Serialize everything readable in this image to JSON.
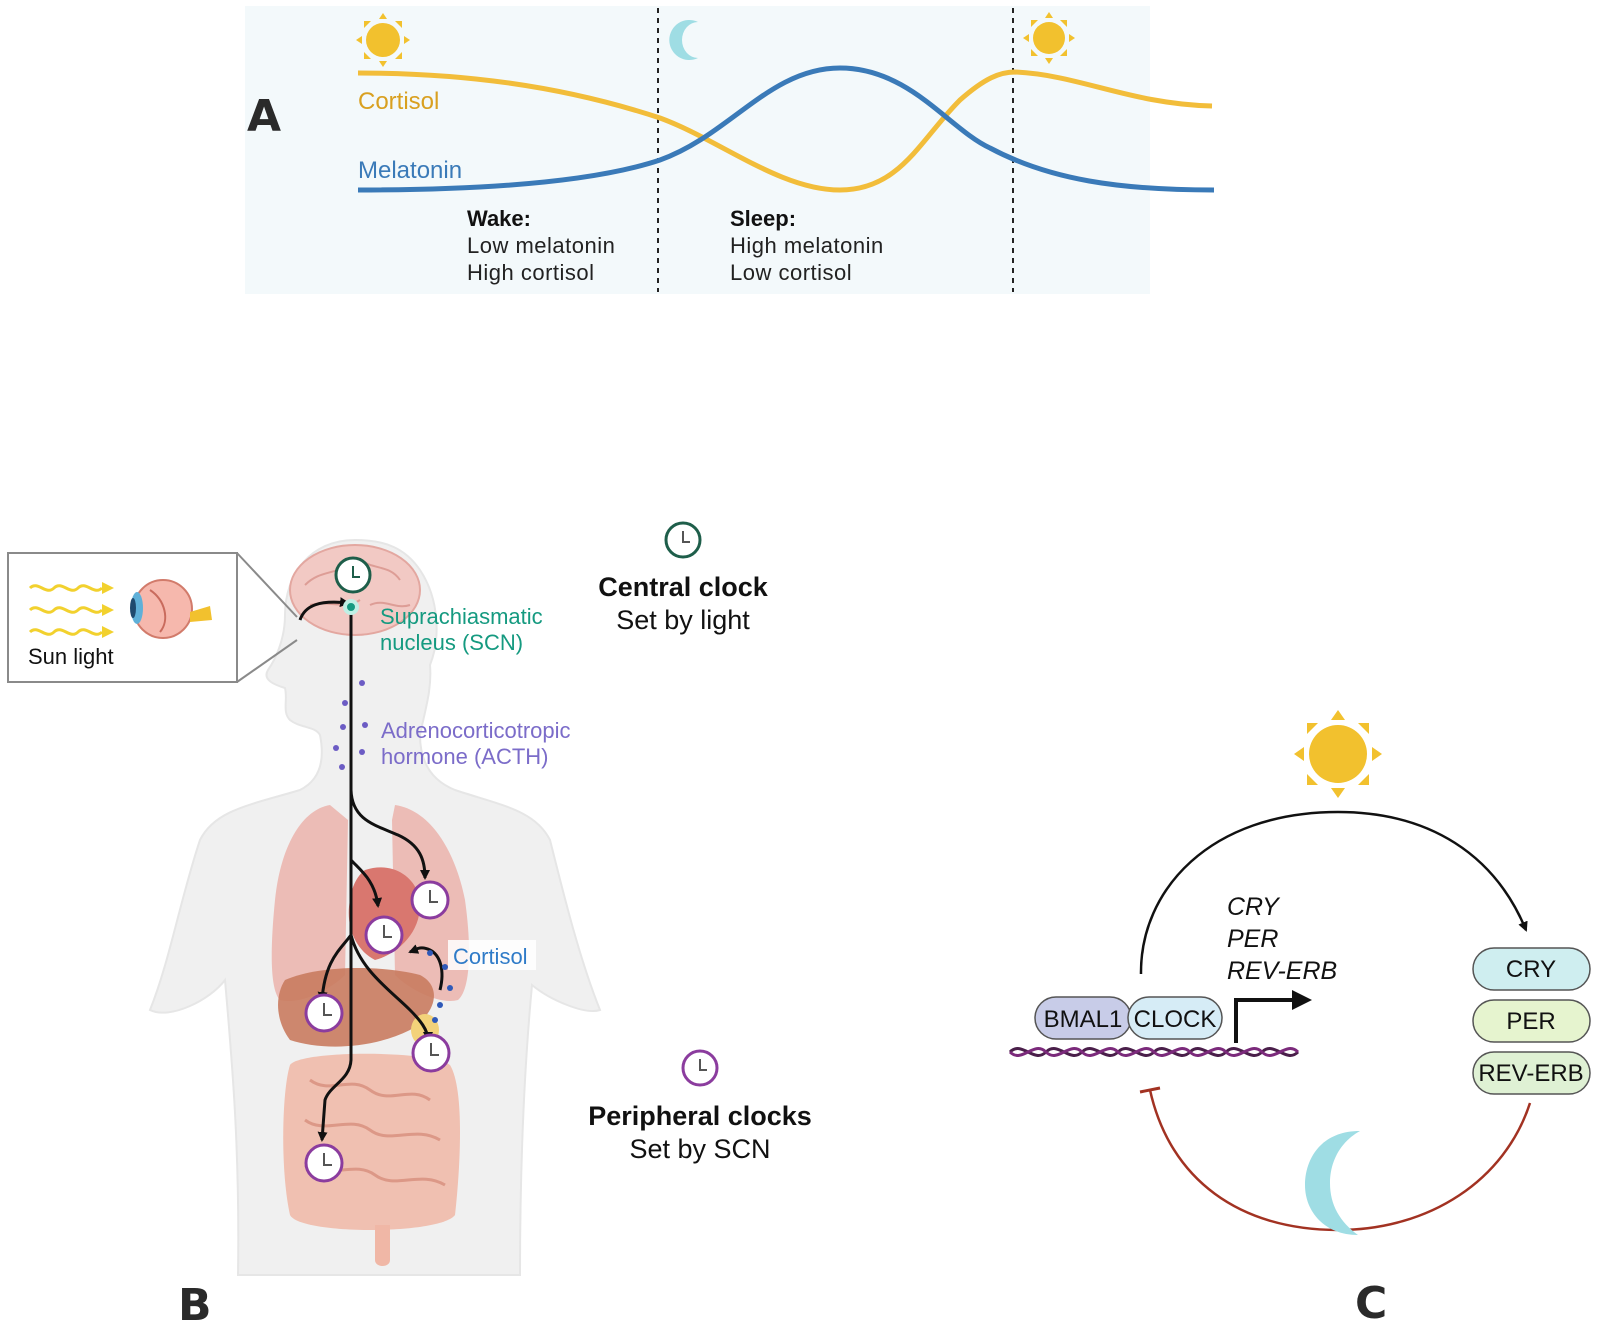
{
  "panel_a": {
    "letter": "A",
    "cortisol_label": "Cortisol",
    "melatonin_label": "Melatonin",
    "wake_title": "Wake:",
    "wake_line1": "Low melatonin",
    "wake_line2": "High cortisol",
    "sleep_title": "Sleep:",
    "sleep_line1": "High melatonin",
    "sleep_line2": "Low cortisol",
    "colors": {
      "cortisol": "#f2bd3a",
      "melatonin": "#3a7ab8",
      "sun": "#f2c12e",
      "moon": "#9fdde4",
      "background": "#f3f9fb"
    }
  },
  "panel_b": {
    "letter": "B",
    "sun_light_label": "Sun light",
    "scn_line1": "Suprachiasmatic",
    "scn_line2": "nucleus (SCN)",
    "acth_line1": "Adrenocorticotropic",
    "acth_line2": "hormone (ACTH)",
    "cortisol_label": "Cortisol",
    "central_clock_title": "Central clock",
    "central_clock_sub": "Set by light",
    "peripheral_title": "Peripheral clocks",
    "peripheral_sub": "Set by SCN",
    "colors": {
      "scn": "#159a80",
      "acth": "#7b6cc9",
      "cortisol": "#2f7bc8",
      "central_clock": "#1e5e4a",
      "peripheral_clock": "#8b3c9e"
    }
  },
  "panel_c": {
    "letter": "C",
    "genes": [
      "CRY",
      "PER",
      "REV-ERB"
    ],
    "bmal1": "BMAL1",
    "clock": "CLOCK",
    "proteins": [
      "CRY",
      "PER",
      "REV-ERB"
    ],
    "colors": {
      "cry": "#cfeef0",
      "per": "#e6f4cf",
      "reverb": "#dff1d4",
      "bmal1": "#c8cce8",
      "clock_box": "#d6ecf6",
      "inhibition": "#a23222"
    }
  }
}
